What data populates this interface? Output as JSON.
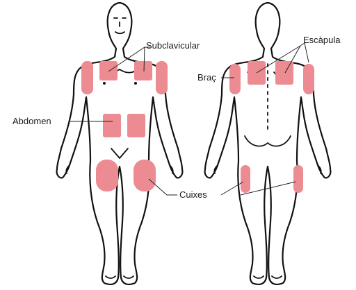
{
  "labels": {
    "subclavicular": "Subclavicular",
    "abdomen": "Abdomen",
    "coxes": "Cuixes",
    "bras": "Braç",
    "escapula": "Escàpula"
  },
  "colors": {
    "zone_fill": "#ec8b92",
    "outline": "#111111",
    "background": "#ffffff"
  }
}
